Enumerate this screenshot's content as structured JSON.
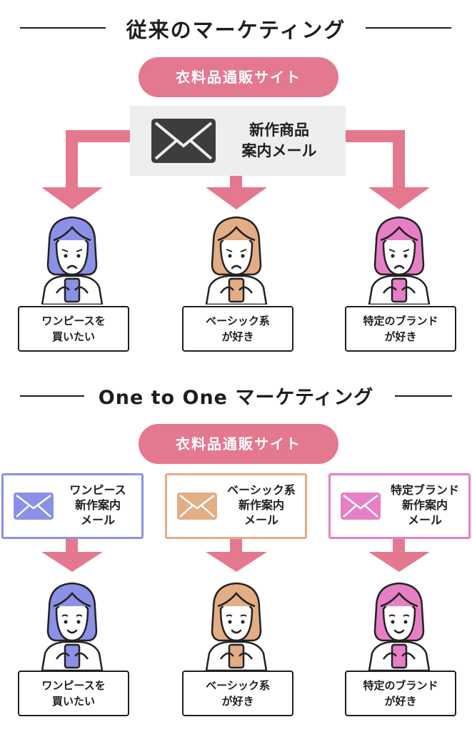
{
  "section1": {
    "title": "従来のマーケティング",
    "site_label": "衣料品通販サイト",
    "mail": {
      "line1": "新作商品",
      "line2": "案内メール"
    },
    "people": [
      {
        "line1": "ワンピースを",
        "line2": "買いたい",
        "color": "#8b91e6",
        "mood": "sad"
      },
      {
        "line1": "ベーシック系",
        "line2": "が好き",
        "color": "#e3ad86",
        "mood": "sad"
      },
      {
        "line1": "特定のブランド",
        "line2": "が好き",
        "color": "#e67fc6",
        "mood": "sad"
      }
    ]
  },
  "section2": {
    "title": "One to One マーケティング",
    "site_label": "衣料品通販サイト",
    "segments": [
      {
        "line1": "ワンピース",
        "line2": "新作案内",
        "line3": "メール",
        "color": "#8b91e6"
      },
      {
        "line1": "ベーシック系",
        "line2": "新作案内",
        "line3": "メール",
        "color": "#e3ad86"
      },
      {
        "line1": "特定ブランド",
        "line2": "新作案内",
        "line3": "メール",
        "color": "#e67fc6"
      }
    ],
    "people": [
      {
        "line1": "ワンピースを",
        "line2": "買いたい",
        "color": "#8b91e6",
        "mood": "happy"
      },
      {
        "line1": "ベーシック系",
        "line2": "が好き",
        "color": "#e3ad86",
        "mood": "happy"
      },
      {
        "line1": "特定のブランド",
        "line2": "が好き",
        "color": "#e67fc6",
        "mood": "happy"
      }
    ]
  },
  "colors": {
    "arrow": "#e4788f",
    "pill": "#e4788f",
    "mail_icon_dark": "#3d3d3d"
  }
}
